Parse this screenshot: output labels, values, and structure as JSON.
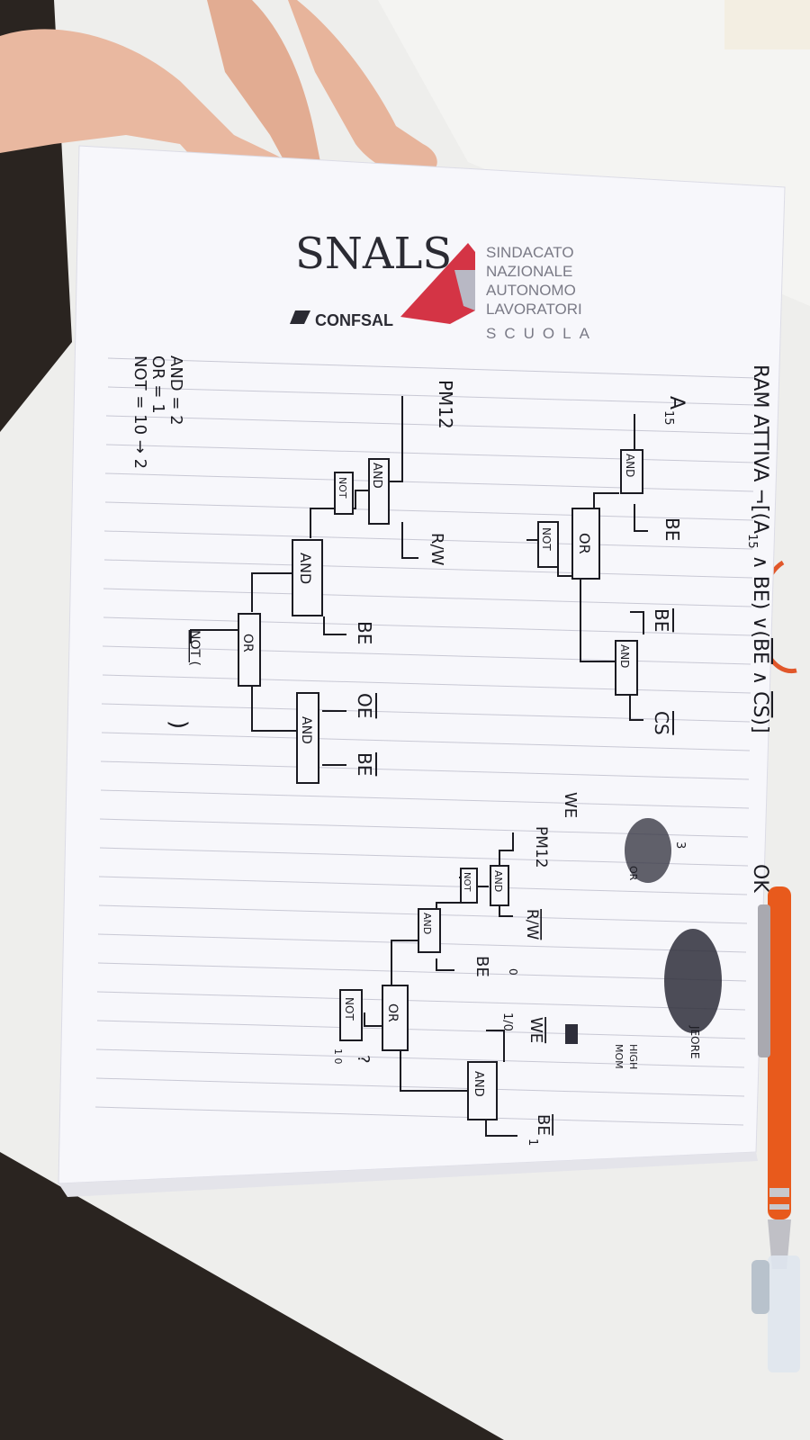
{
  "letterhead": {
    "logo_text": "SNALS",
    "sub_brand": "CONFSAL",
    "org_lines": [
      "SINDACATO",
      "NAZIONALE",
      "AUTONOMO",
      "LAVORATORI",
      "SCUOLA"
    ]
  },
  "notes": {
    "formula_prefix": "RAM ATTIVA ¬[(A",
    "formula_sub": "15",
    "formula_mid": " ∧ BE) ∨(",
    "formula_bar1": "BE",
    "formula_and": " ∧ ",
    "formula_bar2": "CS",
    "formula_end": ")]",
    "ok": "OK",
    "gate_counts": [
      "AND = 2",
      "OR = 1",
      "NOT = 10 → 2"
    ],
    "high_mom_1": "HIGH",
    "high_mom_2": "MOM",
    "scribble_3": "3",
    "scribble_or": "OR",
    "scribble_end": "JEORE"
  },
  "diagram1": {
    "input_a": "A",
    "input_a_sub": "15",
    "input_be": "BE",
    "input_be_bar": "BE",
    "input_cs_bar": "CS",
    "gate_and": "AND",
    "gate_or": "OR",
    "gate_not": "NOT"
  },
  "diagram2": {
    "input_pm": "PM12",
    "input_rw": "R/W",
    "input_be": "BE",
    "input_oe_bar": "OE",
    "input_be_bar": "BE",
    "gate_and": "AND",
    "gate_not": "NOT",
    "gate_or": "OR",
    "output_label": "NOT (",
    "mark": ")"
  },
  "diagram3": {
    "title_we": "WE",
    "input_pm": "PM12",
    "input_rw_bar": "R/W",
    "input_be": "BE",
    "input_we_bar": "WE",
    "input_be_bar": "BE",
    "gate_and": "AND",
    "gate_not": "NOT",
    "gate_or": "OR",
    "out_q": "?",
    "out_10": "1 0",
    "frac": "1/0",
    "one": "1",
    "circle0": "0"
  }
}
